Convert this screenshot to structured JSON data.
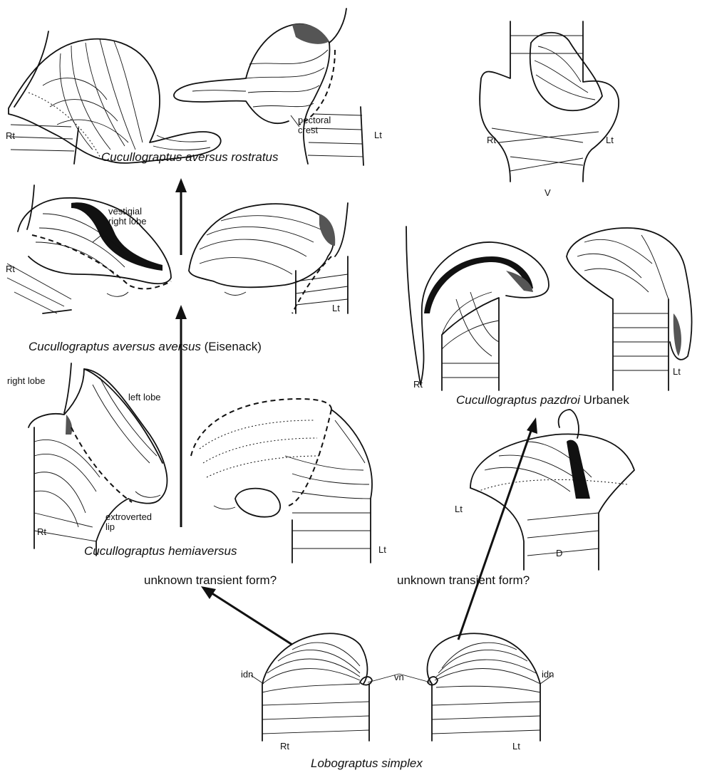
{
  "species": {
    "rostratus": "Cucullograptus aversus rostratus",
    "aversus_name": "Cucullograptus aversus aversus",
    "aversus_author": "(Eisenack)",
    "hemiaversus": "Cucullograptus hemiaversus",
    "pazdroi_name": "Cucullograptus pazdroi",
    "pazdroi_author": "Urbanek",
    "simplex": "Lobograptus simplex"
  },
  "labels": {
    "rt": "Rt",
    "lt": "Lt",
    "v": "V",
    "d": "D",
    "idn": "idn",
    "vn": "vn",
    "pectoral_crest": "pectoral\ncrest",
    "vestigial_right_lobe": "vestigial\nright lobe",
    "right_lobe": "right lobe",
    "left_lobe": "left lobe",
    "extroverted_lip": "extroverted\nlip"
  },
  "questions": {
    "left": "unknown transient form?",
    "right": "unknown transient form?"
  }
}
